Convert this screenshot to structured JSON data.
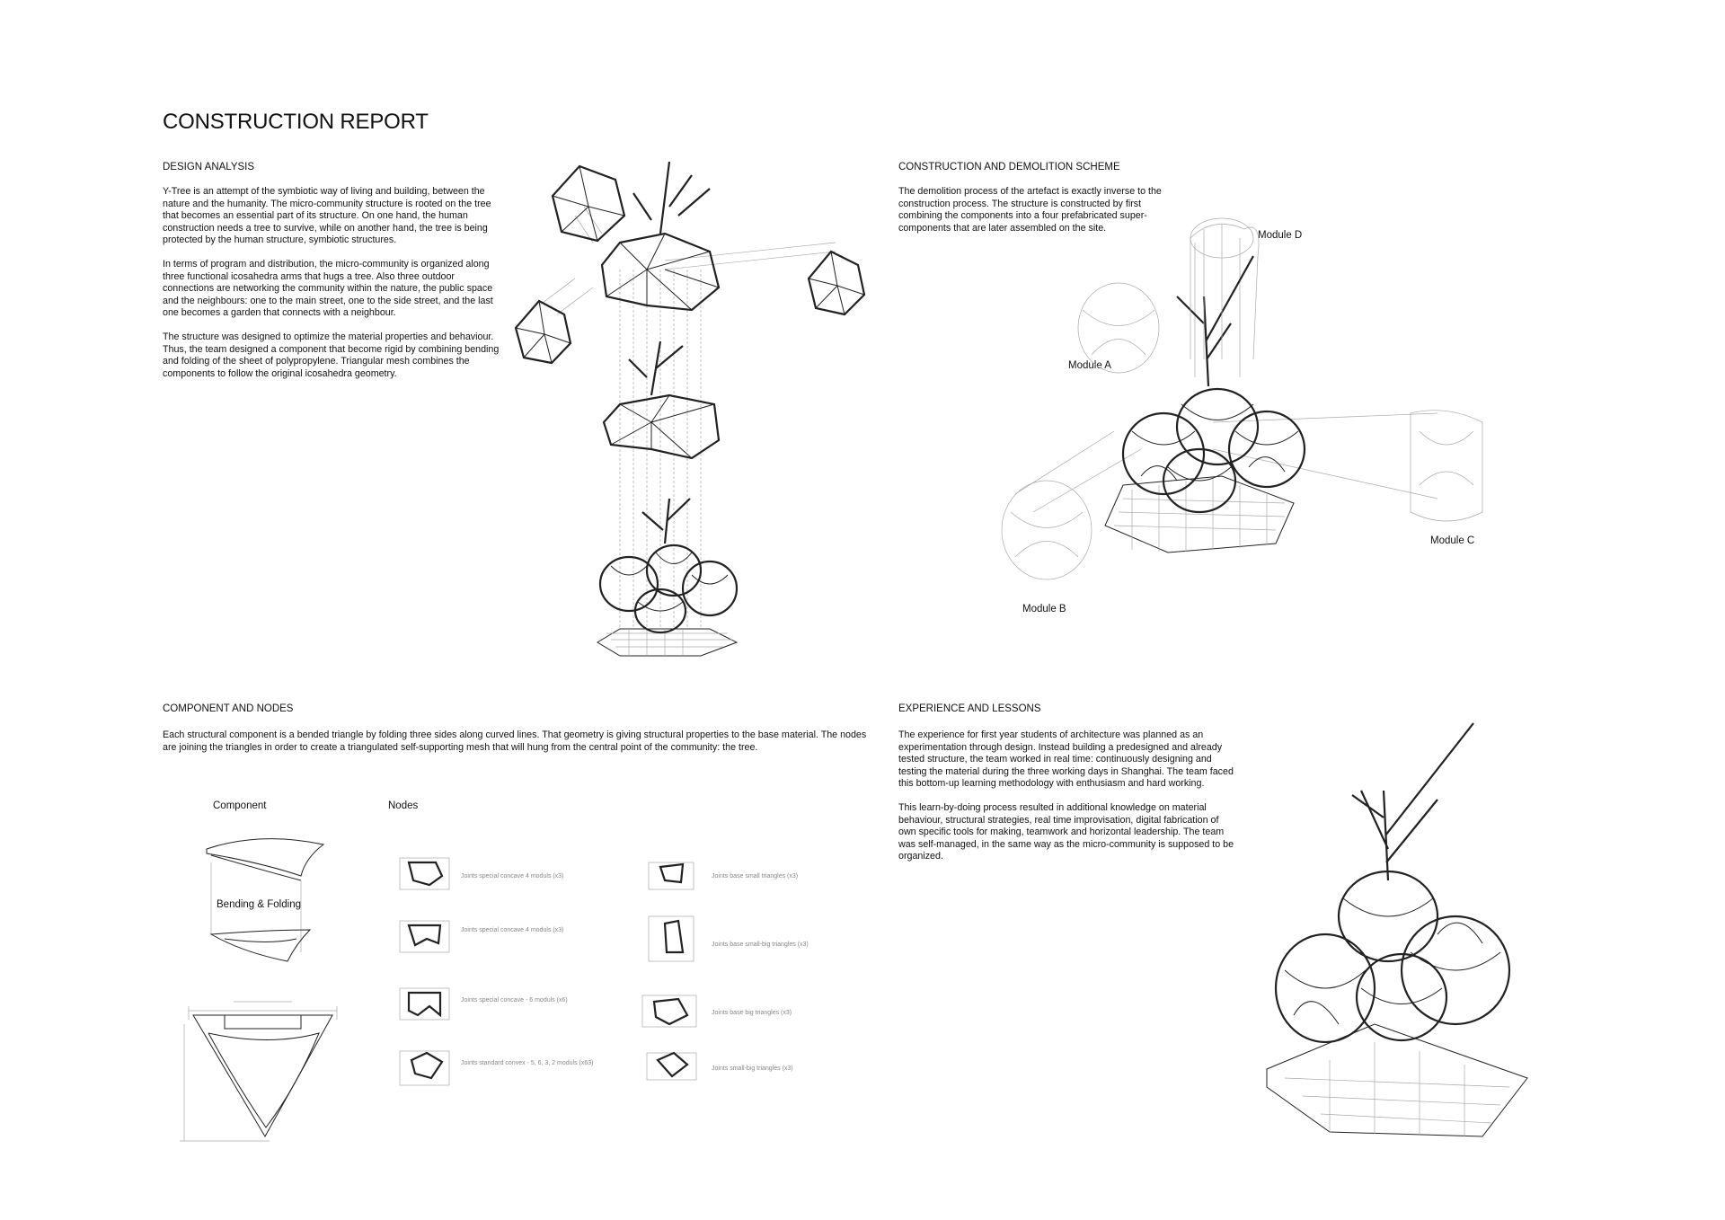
{
  "title": "CONSTRUCTION REPORT",
  "design_analysis": {
    "heading": "DESIGN ANALYSIS",
    "p1": "Y-Tree is an attempt of the symbiotic way of living and building, between the nature and the humanity. The micro-community structure is rooted on the tree that becomes an essential part of its structure. On one hand, the human construction needs a tree to survive, while on another hand, the tree is being protected by the human structure, symbiotic structures.",
    "p2": "In terms of program and distribution, the micro-community is organized along three functional icosahedra arms that hugs a tree. Also three outdoor connections are networking the community within the nature, the public space and the neighbours: one to the main street, one to the side street, and the last one becomes a garden that connects with a neighbour.",
    "p3": "The structure was designed to optimize the material properties and behaviour. Thus, the team designed a component that become rigid by combining bending and folding of the sheet of polypropylene. Triangular mesh combines the components to follow the original icosahedra geometry."
  },
  "construction_scheme": {
    "heading": "CONSTRUCTION AND DEMOLITION SCHEME",
    "p1": "The demolition process of the artefact is exactly inverse to the construction process. The structure is constructed by first combining the components into a four prefabricated super-components that are later assembled on the site.",
    "modules": [
      "Module D",
      "Module A",
      "Module C",
      "Module B"
    ]
  },
  "component_nodes": {
    "heading": "COMPONENT AND NODES",
    "p1": "Each structural component is a bended triangle by folding three sides along curved lines. That geometry is giving structural properties to the base material. The nodes are joining the triangles in order to create a triangulated self-supporting mesh that will hung from the central point of the community: the tree.",
    "component_label": "Component",
    "nodes_label": "Nodes",
    "bending_label": "Bending & Folding",
    "nodes_left": [
      "Joints special concave 4 moduls (x3)",
      "Joints special concave 4 moduls (x3)",
      "Joints special concave - 6 moduls (x6)",
      "Joints standard convex - 5, 6, 3, 2 moduls (x63)"
    ],
    "nodes_right": [
      "Joints base small triangles (x3)",
      "Joints base small-big triangles (x3)",
      "Joints base big triangles (x3)",
      "Joints small-big triangles (x3)"
    ]
  },
  "experience": {
    "heading": "EXPERIENCE AND LESSONS",
    "p1": "The experience for first year students of architecture was planned as an experimentation through design. Instead building a predesigned and already tested structure, the team worked in real time: continuously designing and testing the material during the three working days in Shanghai. The team faced this bottom-up learning methodology with enthusiasm and hard working.",
    "p2": "This learn-by-doing process resulted in additional knowledge on material behaviour, structural strategies, real time improvisation, digital fabrication of own specific tools for making, teamwork and horizontal leadership. The team was self-managed, in the same way as the micro-community is supposed to be organized."
  }
}
